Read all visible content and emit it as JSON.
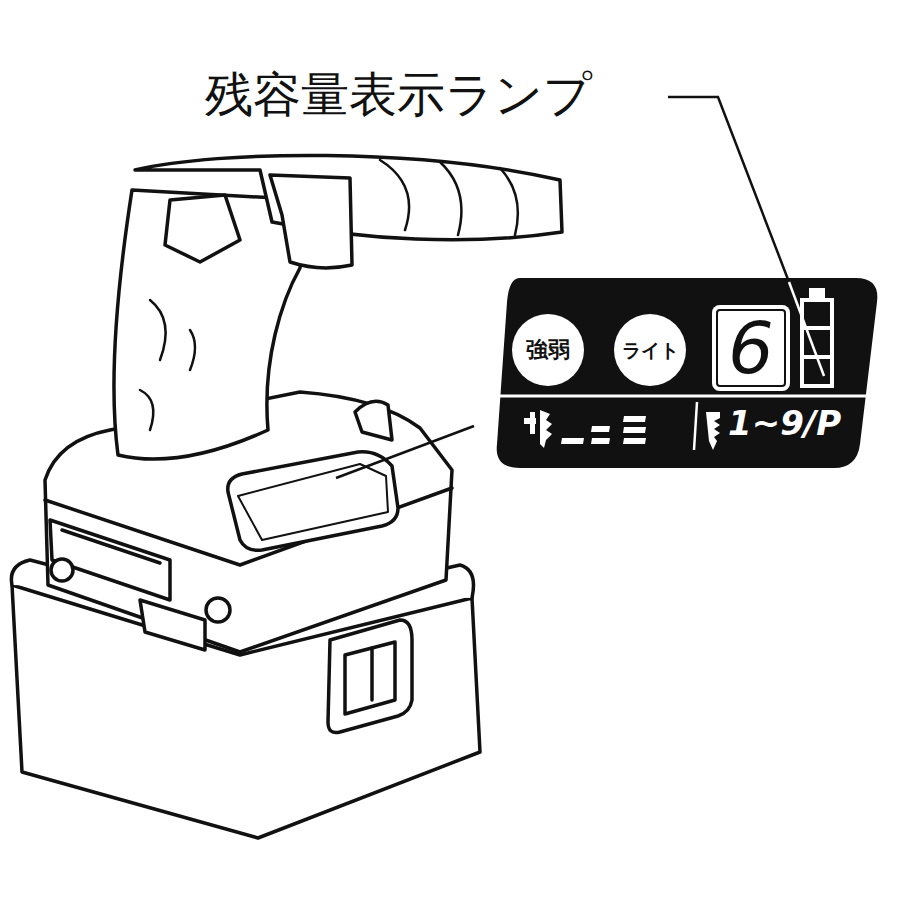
{
  "diagram": {
    "nodes": [
      {
        "text": [
          "1~9/P"
        ]
      },
      {
        "text": [
          "強弱"
        ],
        "in": 0
      },
      {
        "text": [
          "ライト"
        ],
        "in": 0
      },
      {
        "text": [
          "6"
        ],
        "in": 0
      }
    ],
    "edges": [],
    "labels": [
      "残容量表示ランプ"
    ]
  }
}
